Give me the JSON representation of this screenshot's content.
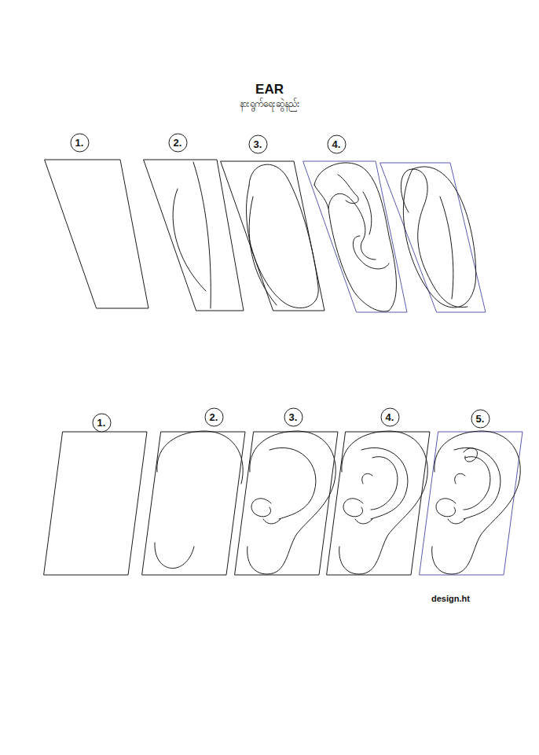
{
  "diagram": {
    "title": "EAR",
    "nodes": [
      {
        "text": [
          "1."
        ]
      },
      {
        "text": [
          "2."
        ]
      },
      {
        "text": [
          "3."
        ]
      },
      {
        "text": [
          "4."
        ]
      },
      {
        "text": [
          "1."
        ]
      },
      {
        "text": [
          "2."
        ]
      },
      {
        "text": [
          "3."
        ]
      },
      {
        "text": [
          "4."
        ]
      },
      {
        "text": [
          "5."
        ]
      }
    ],
    "labels": [
      "နားရွက်ရေးဆွဲနည်း",
      "design.ht"
    ]
  }
}
